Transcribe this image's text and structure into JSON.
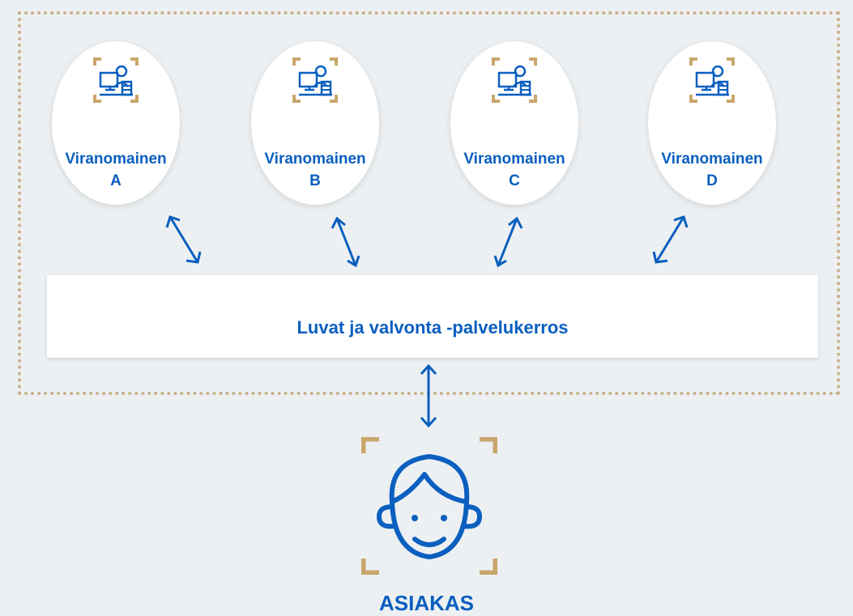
{
  "colors": {
    "background": "#edf0f2",
    "frame": "#c9b08a",
    "brand_blue": "#0a5fbf",
    "accent_gold": "#c9a66b"
  },
  "agencies": [
    {
      "label": "Viranomainen",
      "letter": "A",
      "icon": "agency-officer-icon"
    },
    {
      "label": "Viranomainen",
      "letter": "B",
      "icon": "agency-officer-icon"
    },
    {
      "label": "Viranomainen",
      "letter": "C",
      "icon": "agency-officer-icon"
    },
    {
      "label": "Viranomainen",
      "letter": "D",
      "icon": "agency-officer-icon"
    }
  ],
  "service_layer": {
    "title": "Luvat ja valvonta -palvelukerros"
  },
  "customer": {
    "label": "ASIAKAS",
    "icon": "customer-face-icon"
  }
}
